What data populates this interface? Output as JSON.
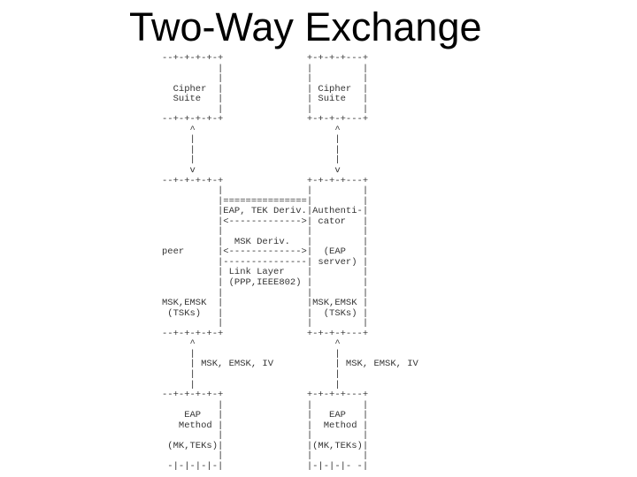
{
  "slide": {
    "title": "Two-Way Exchange"
  },
  "diagram": {
    "lines": [
      "--+-+-+-+-+               +-+-+-+---+",
      "          |               |         |",
      "          |               |         |",
      "  Cipher  |               | Cipher  |",
      "  Suite   |               | Suite   |",
      "          |               |         |",
      "--+-+-+-+-+               +-+-+-+---+",
      "     ^                         ^",
      "     |                         |",
      "     |                         |",
      "     |                         |",
      "     v                         v",
      "--+-+-+-+-+               +-+-+-+---+",
      "          |               |         |",
      "          |===============|         |",
      "          |EAP, TEK Deriv.|Authenti-|",
      "          |<------------->| cator   |",
      "          |               |         |",
      "          |  MSK Deriv.   |         |",
      "peer      |<------------->|  (EAP   |",
      "          |---------------| server) |",
      "          | Link Layer    |         |",
      "          | (PPP,IEEE802) |         |",
      "          |               |         |",
      "MSK,EMSK  |               |MSK,EMSK |",
      " (TSKs)   |               |  (TSKs) |",
      "          |               |         |",
      "--+-+-+-+-+               +-+-+-+---+",
      "     ^                         ^",
      "     |                         |",
      "     | MSK, EMSK, IV           | MSK, EMSK, IV",
      "     |                         |",
      "     |                         |",
      "--+-+-+-+-+               +-+-+-+---+",
      "          |               |         |",
      "    EAP   |               |   EAP   |",
      "   Method |               |  Method |",
      "          |               |         |",
      " (MK,TEKs)|               |(MK,TEKs)|",
      "          |               |         |",
      " -|-|-|-|-|               |-|-|-|- -|"
    ]
  },
  "colors": {
    "background": "#ffffff",
    "title_text": "#000000",
    "diagram_text": "#333333"
  }
}
